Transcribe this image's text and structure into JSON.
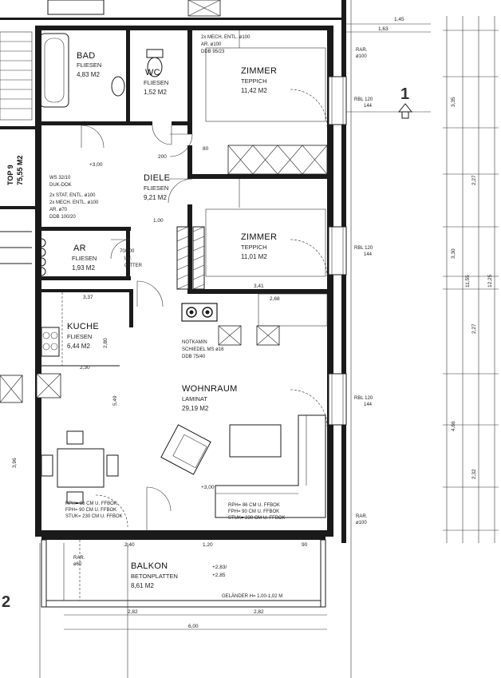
{
  "rooms": {
    "bad": {
      "name": "BAD",
      "material": "FLIESEN",
      "area": "4,83 M2"
    },
    "wc": {
      "name": "WC",
      "material": "FLIESEN",
      "area": "1,52 M2"
    },
    "zimmer1": {
      "name": "ZIMMER",
      "material": "TEPPICH",
      "area": "11,42 M2"
    },
    "diele": {
      "name": "DIELE",
      "material": "FLIESEN",
      "area": "9,21 M2"
    },
    "zimmer2": {
      "name": "ZIMMER",
      "material": "TEPPICH",
      "area": "11,01 M2"
    },
    "ar": {
      "name": "AR",
      "material": "FLIESEN",
      "area": "1,93 M2"
    },
    "kueche": {
      "name": "KUCHE",
      "material": "FLIESEN",
      "area": "6,44 M2"
    },
    "wohnraum": {
      "name": "WOHNRAUM",
      "material": "LAMINAT",
      "area": "29,19 M2"
    },
    "balkon": {
      "name": "BALKON",
      "material": "BETONPLATTEN",
      "area": "8,61 M2"
    }
  },
  "unit": {
    "label": "TOP 9",
    "area": "75,55 M2"
  },
  "annotations": {
    "notkamin_1": "NOTKAMIN",
    "notkamin_2": "SCHIEDEL MS ø16",
    "notkamin_3": "DDB 75/40",
    "mech_1": "2x MECH. ENTL. ø100",
    "mech_2": "AR. ø100",
    "mech_3": "DDB 95/23",
    "ws_1": "WS 32/10",
    "ws_2": "DUK-DOK",
    "stat_1": "2x STAT. ENTL. ø100",
    "stat_2": "2x MECH. ENTL. ø100",
    "stat_3": "AR. ø70",
    "stat_4": "DDB 100/20",
    "tuer_1": "70/200",
    "tuer_2": "LU.",
    "tuer_3": "GITTER",
    "rar_top": "RAR.",
    "rar_top_2": "ø100",
    "rar_bot": "RAR.",
    "rar_bot_2": "ø100",
    "rar_bal": "RAR.",
    "rar_bal_2": "ø60",
    "rbl_1": "RBL 120",
    "rbl_1b": "144",
    "rbl_2": "RBL 120",
    "rbl_2b": "144",
    "rbl_3": "RBL 120",
    "rbl_3b": "144",
    "rph_1": "RPH= 86 CM U. FFBOK",
    "fph_1": "FPH= 90 CM U. FFBOK",
    "stuk_1": "STUK= 230 CM U. FFBOK",
    "rph_2": "RPH= 86 CM U. FFBOK",
    "fph_2": "FPH= 90 CM U. FFBOK",
    "stuk_2": "STUK= 230 CM U. FFBOK",
    "level_1": "+3,00",
    "level_2": "+3,00",
    "level_3": "+2,83/",
    "level_4": "+2,85",
    "gelaender": "GELÄNDER H= 1,00-1,02 M",
    "section": "1",
    "side_num": "2",
    "dim_600": "6,00",
    "dim_282a": "2,82",
    "dim_282b": "2,82",
    "dim_240": "2,40",
    "dim_120": "1,20",
    "dim_90": "90",
    "dim_145": "1,45",
    "dim_163": "1,63",
    "dim_1155": "11,55",
    "dim_1225": "12,25",
    "dim_335": "3,35",
    "dim_227a": "2,27",
    "dim_330": "3,30",
    "dim_227b": "2,27",
    "dim_466": "4,66",
    "dim_232": "2,32",
    "dim_396": "3,96",
    "dim_341": "3,41",
    "dim_268": "2,68",
    "dim_337": "3,37",
    "dim_230": "2,30",
    "dim_280": "2,80",
    "dim_549": "5,49",
    "dim_100": "1,00",
    "dim_200": "200",
    "dim_80": "80"
  }
}
